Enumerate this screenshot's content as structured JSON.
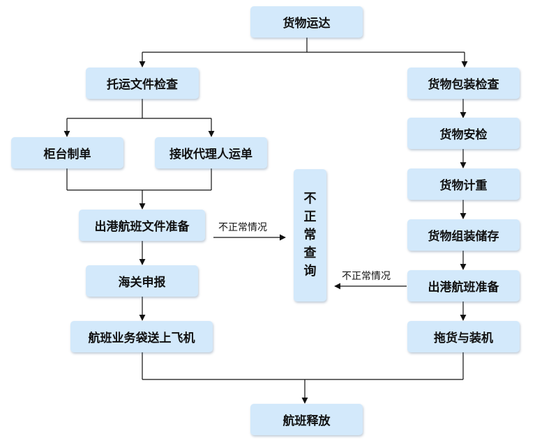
{
  "colors": {
    "box_fill": "#d3e9fb",
    "line": "#111111"
  },
  "nodes": {
    "arrival": "货物运达",
    "doc_check": "托运文件检查",
    "counter": "柜台制单",
    "agent_waybill": "接收代理人运单",
    "flight_docs": "出港航班文件准备",
    "customs": "海关申报",
    "bag_to_plane": "航班业务袋送上飞机",
    "packing_check": "货物包装检查",
    "security": "货物安检",
    "weighing": "货物计重",
    "assembly": "货物组装储存",
    "flight_prep": "出港航班准备",
    "loading": "拖货与装机",
    "release": "航班释放",
    "abnormal_query": [
      "不",
      "正",
      "常",
      "查",
      "询"
    ]
  },
  "edge_labels": {
    "left_abnormal": "不正常情况",
    "right_abnormal": "不正常情况"
  }
}
